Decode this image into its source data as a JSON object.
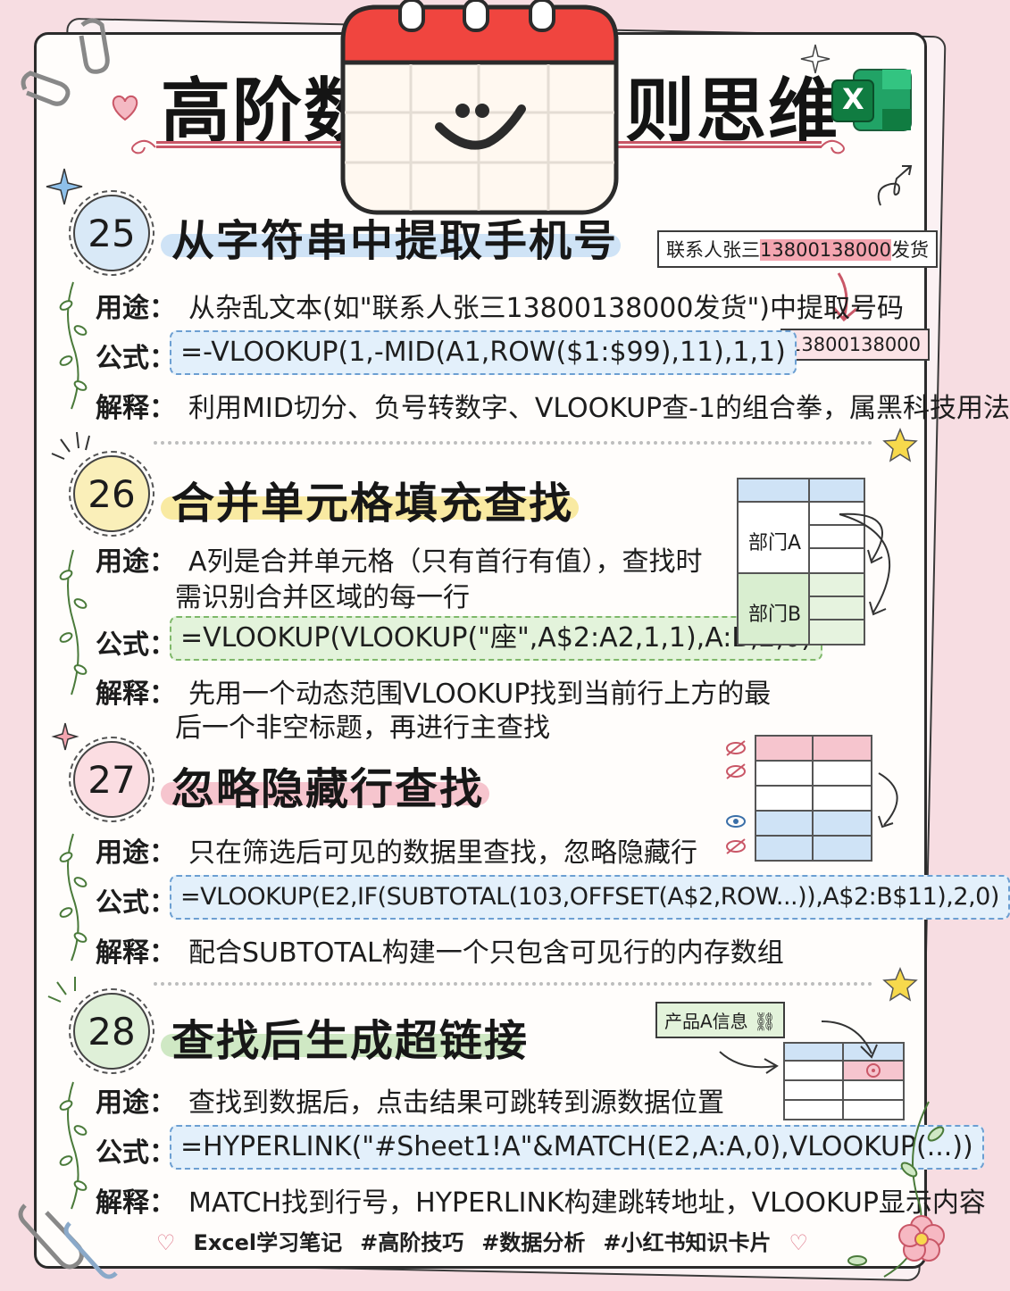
{
  "header": {
    "title_left": "高阶数",
    "title_right": "则思维",
    "logo_letter": "X"
  },
  "sections": [
    {
      "number": "25",
      "title": "从字符串中提取手机号",
      "usage_label": "用途：",
      "usage_lines": [
        "从杂乱文本(如\"联系人张三13800138000发货\")中提取号码"
      ],
      "formula_label": "公式：",
      "formula": "=-VLOOKUP(1,-MID(A1,ROW($1:$99),11),1,1)",
      "explain_label": "解释：",
      "explain_lines": [
        "利用MID切分、负号转数字、VLOOKUP查-1的组合拳，属黑科技用法"
      ],
      "illustration": {
        "source_prefix": "联系人张三",
        "source_phone": "13800138000",
        "source_suffix": "发货",
        "result": "13800138000"
      }
    },
    {
      "number": "26",
      "title": "合并单元格填充查找",
      "usage_label": "用途：",
      "usage_lines": [
        "A列是合并单元格（只有首行有值），查找时",
        "需识别合并区域的每一行"
      ],
      "formula_label": "公式：",
      "formula": "=VLOOKUP(VLOOKUP(\"座\",A$2:A2,1,1),A:B,2,0)",
      "explain_label": "解释：",
      "explain_lines": [
        "先用一个动态范围VLOOKUP找到当前行上方的最",
        "后一个非空标题，再进行主查找"
      ],
      "illustration": {
        "dept_a": "部门A",
        "dept_b": "部门B"
      }
    },
    {
      "number": "27",
      "title": "忽略隐藏行查找",
      "usage_label": "用途：",
      "usage_lines": [
        "只在筛选后可见的数据里查找，忽略隐藏行"
      ],
      "formula_label": "公式：",
      "formula": "=VLOOKUP(E2,IF(SUBTOTAL(103,OFFSET(A$2,ROW...)),A$2:B$11),2,0)",
      "explain_label": "解释：",
      "explain_lines": [
        "配合SUBTOTAL构建一个只包含可见行的内存数组"
      ]
    },
    {
      "number": "28",
      "title": "查找后生成超链接",
      "usage_label": "用途：",
      "usage_lines": [
        "查找到数据后，点击结果可跳转到源数据位置"
      ],
      "formula_label": "公式：",
      "formula": "=HYPERLINK(\"#Sheet1!A\"&MATCH(E2,A:A,0),VLOOKUP(...))",
      "explain_label": "解释：",
      "explain_lines": [
        "MATCH找到行号，HYPERLINK构建跳转地址，VLOOKUP显示内容"
      ],
      "illustration": {
        "tag": "产品A信息"
      }
    }
  ],
  "footer": {
    "tags": [
      "Excel学习笔记",
      "#高阶技巧",
      "#数据分析",
      "#小红书知识卡片"
    ]
  },
  "colors": {
    "badge_25": "#d9e9f7",
    "badge_26": "#faefb9",
    "badge_27": "#fbdde2",
    "badge_28": "#dff0d8",
    "formula_blue": "#e3f0fb",
    "formula_green": "#e3f3db",
    "title_red": "#c95767"
  }
}
